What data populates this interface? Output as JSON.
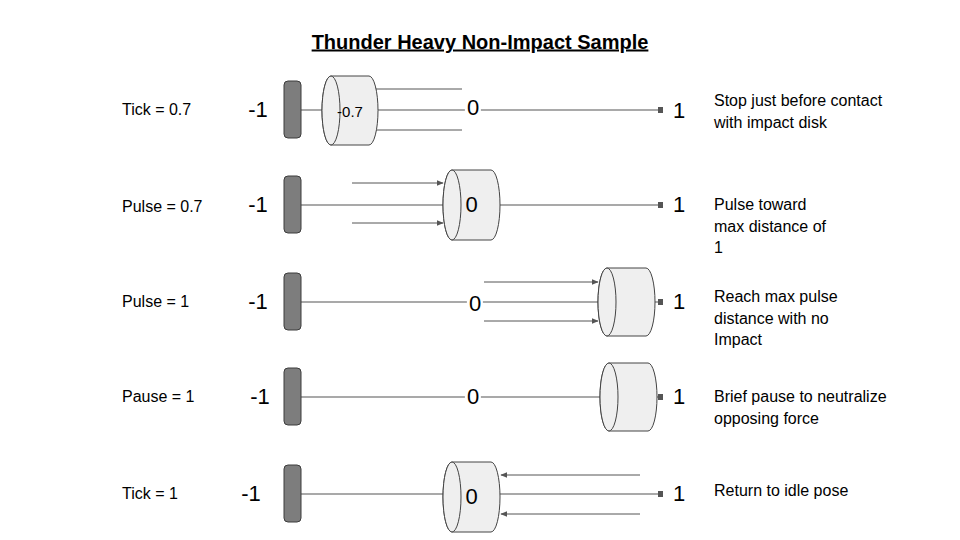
{
  "diagram": {
    "title": "Thunder Heavy Non-Impact Sample",
    "nodes": [
      {
        "text": [
          "-0.7"
        ]
      },
      {
        "text": [
          "0"
        ]
      },
      {
        "text": [
          "0"
        ]
      }
    ],
    "labels": [
      "Tick = 0.7",
      "-1",
      "0",
      "1",
      "Stop just before contact with impact disk",
      "Pulse = 0.7",
      "-1",
      "1",
      "Pulse toward max distance of 1",
      "Pulse = 1",
      "-1",
      "0",
      "1",
      "Reach max pulse distance with no Impact",
      "Pause = 1",
      "-1",
      "0",
      "1",
      "Brief pause to neutralize opposing force",
      "Tick = 1",
      "-1",
      "1",
      "Return to idle pose"
    ]
  }
}
